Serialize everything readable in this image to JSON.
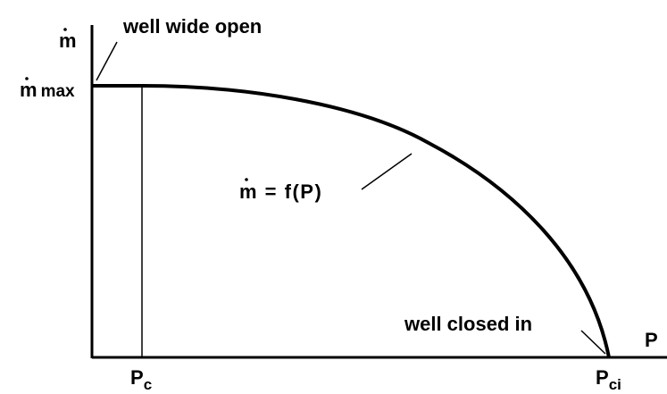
{
  "diagram": {
    "y_axis_label": "m",
    "x_axis_label": "P",
    "y_max_label": {
      "main": "m",
      "sub": "max"
    },
    "annotations": {
      "top": "well wide open",
      "curve": "m = f(P)",
      "bottom": "well closed in"
    },
    "x_ticks": [
      {
        "main": "P",
        "sub": "c"
      },
      {
        "main": "P",
        "sub": "ci"
      }
    ],
    "colors": {
      "ink": "#000000",
      "background": "#ffffff"
    }
  }
}
